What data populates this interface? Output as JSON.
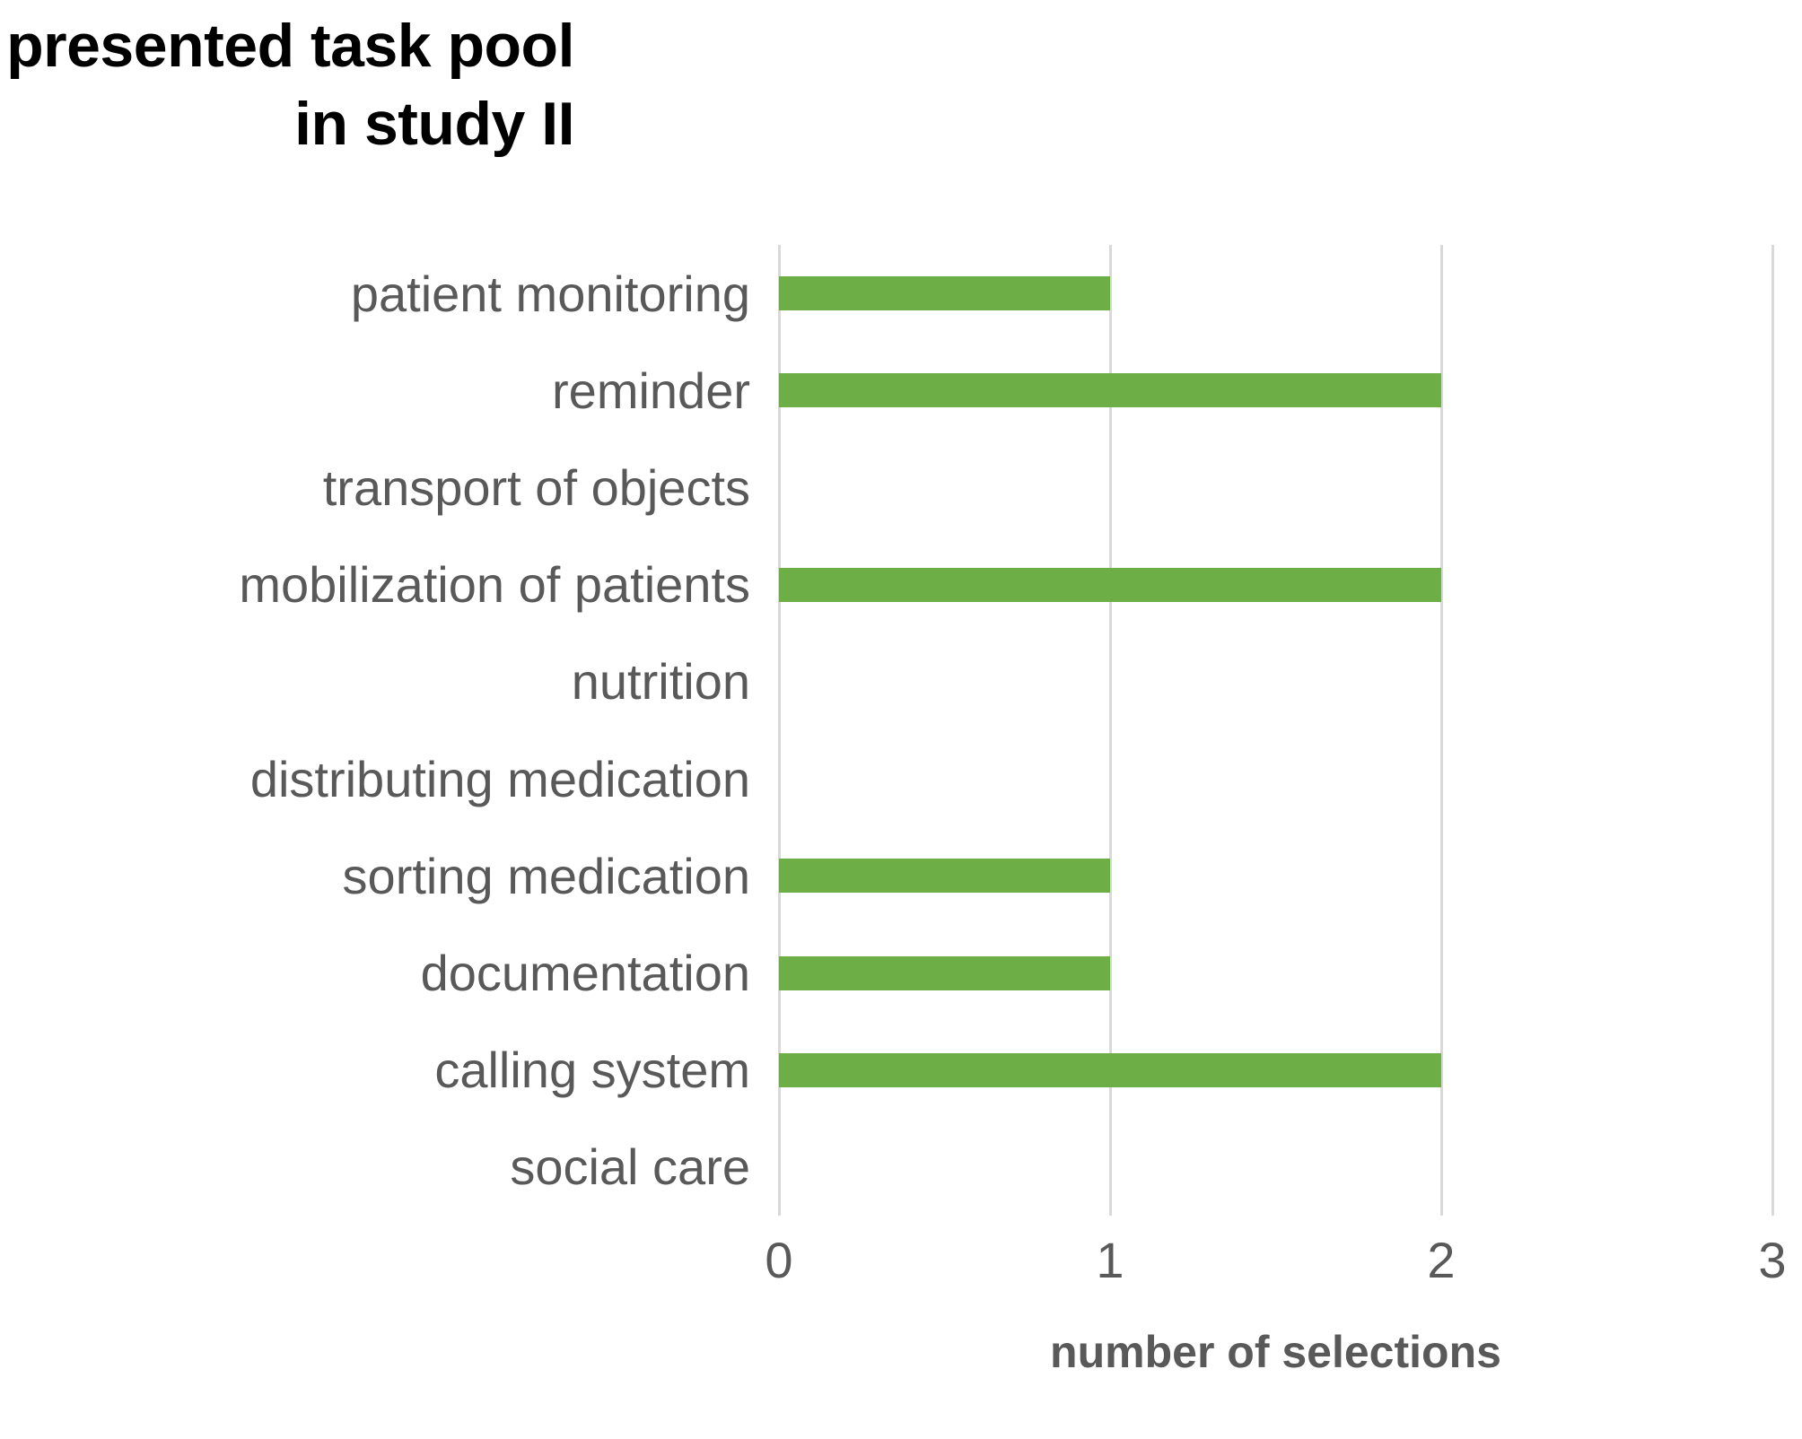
{
  "chart_data": {
    "type": "bar",
    "orientation": "horizontal",
    "title": "presented task pool\nin study II",
    "xlabel": "number of selections",
    "ylabel": "",
    "categories": [
      "patient monitoring",
      "reminder",
      "transport of objects",
      "mobilization of patients",
      "nutrition",
      "distributing medication",
      "sorting medication",
      "documentation",
      "calling system",
      "social care"
    ],
    "values": [
      1,
      2,
      0,
      2,
      0,
      0,
      1,
      1,
      2,
      0
    ],
    "xlim": [
      0,
      3
    ],
    "xticks": [
      "0",
      "1",
      "2",
      "3"
    ],
    "xtick_values": [
      0,
      1,
      2,
      3
    ],
    "grid": "vertical",
    "legend": "none",
    "bar_color": "#6DAE46",
    "gridline_color": "#D9D9D9",
    "label_color": "#595959",
    "title_color": "#000000"
  }
}
